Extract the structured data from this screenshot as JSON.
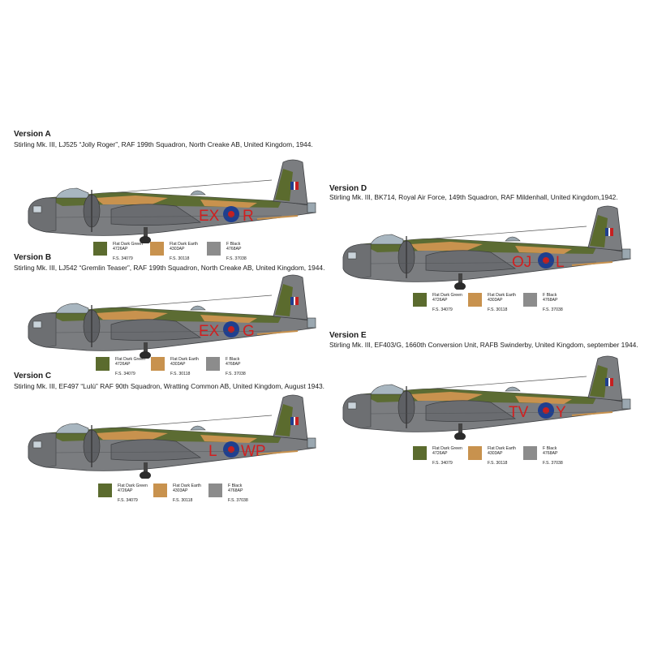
{
  "paints": {
    "green": {
      "name1": "Flat Dark Green",
      "name2": "4726AP",
      "fs": "F.S. 34079",
      "color": "#5b6b2e"
    },
    "earth": {
      "name1": "Flat Dark Earth",
      "name2": "4303AP",
      "fs": "F.S. 30118",
      "color": "#c8924e"
    },
    "black": {
      "name1": "F Black",
      "name2": "4768AP",
      "fs": "F.S. 37038",
      "color": "#8c8c8c"
    }
  },
  "versions": {
    "a": {
      "title": "Version A",
      "desc": "Stirling Mk. III, LJ525 “Jolly Roger”, RAF 199th Squadron, North Creake AB, United Kingdom, 1944.",
      "code1": "EX",
      "code2": "R"
    },
    "b": {
      "title": "Version B",
      "desc": "Stirling Mk. III, LJ542 “Gremlin Teaser”, RAF 199th Squadron, North Creake AB, United Kingdom, 1944.",
      "code1": "EX",
      "code2": "G"
    },
    "c": {
      "title": "Version C",
      "desc": "Stirling Mk. III, EF497 “Lulù” RAF 90th Squadron, Wratting Common AB, United Kingdom, August 1943.",
      "code1": "L",
      "code2": "WP"
    },
    "d": {
      "title": "Version D",
      "desc": "Stirling Mk. III, BK714, Royal Air Force, 149th Squadron, RAF Mildenhall, United Kingdom,1942.",
      "code1": "OJ",
      "code2": "L"
    },
    "e": {
      "title": "Version E",
      "desc": "Stirling Mk. III, EF403/G, 1660th Conversion Unit, RAFB Swinderby, United Kingdom, september 1944.",
      "code1": "TV",
      "code2": "Y"
    }
  }
}
